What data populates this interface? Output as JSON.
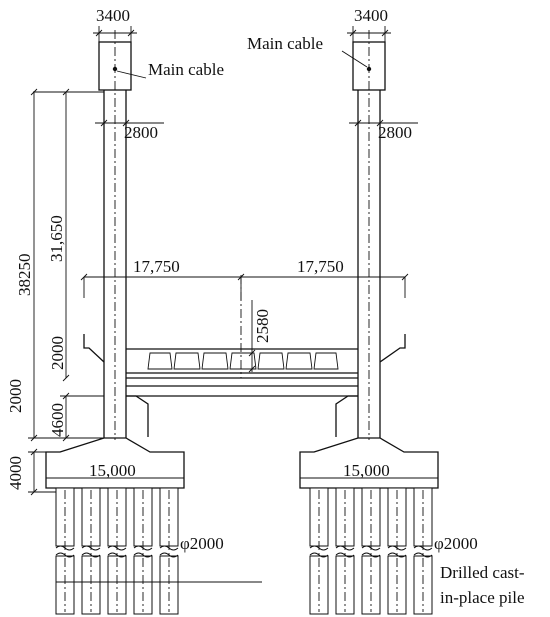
{
  "labels": {
    "top_left_width": "3400",
    "top_right_width": "3400",
    "main_cable_left": "Main cable",
    "main_cable_right": "Main cable",
    "tower_left_width": "2800",
    "tower_right_width": "2800",
    "total_height": "38250",
    "upper_height": "31,650",
    "deck_offset": "2000",
    "beam_depth": "4600",
    "beam_gap": "2000",
    "cap_height": "4000",
    "half_span_left": "17,750",
    "half_span_right": "17,750",
    "girder_depth": "2580",
    "cap_width_left": "15,000",
    "cap_width_right": "15,000",
    "pile_dia_left": "φ2000",
    "pile_dia_right": "φ2000",
    "pile_type_line1": "Drilled cast-",
    "pile_type_line2": "in-place pile"
  }
}
